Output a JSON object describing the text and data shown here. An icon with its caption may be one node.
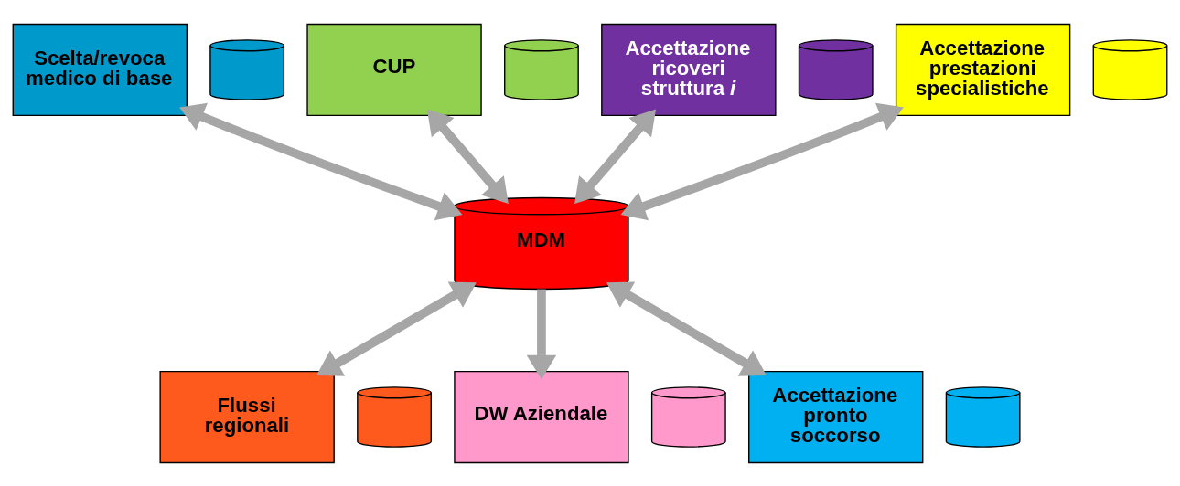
{
  "diagram": {
    "nodes": [
      {
        "text": [
          "Scelta/revoca medico di base"
        ]
      },
      {
        "text": [],
        "shape": "cylinder"
      },
      {
        "text": [
          "MDM"
        ]
      },
      {
        "text": [
          "CUP"
        ]
      },
      {
        "text": [],
        "shape": "cylinder"
      },
      {
        "text": [
          "Flussi regionali"
        ]
      },
      {
        "text": [],
        "shape": "cylinder"
      },
      {
        "text": [
          "Accettazione ricoveri struttura *i*"
        ]
      },
      {
        "text": [],
        "shape": "cylinder"
      },
      {
        "text": [
          "DW Aziendale"
        ]
      },
      {
        "text": [],
        "shape": "cylinder"
      },
      {
        "text": [
          "Accettazione prestazioni specialistiche"
        ]
      },
      {
        "text": [],
        "shape": "cylinder"
      },
      {
        "text": [
          "Accettazione pronto soccorso"
        ]
      },
      {
        "text": [],
        "shape": "cylinder"
      }
    ],
    "edges": [
      {
        "from": 0,
        "to": 2,
        "arrow": "both"
      },
      {
        "from": 3,
        "to": 2,
        "arrow": "both"
      },
      {
        "from": 2,
        "to": 5,
        "arrow": "both"
      },
      {
        "from": 7,
        "to": 2,
        "arrow": "both"
      },
      {
        "from": 11,
        "to": 2,
        "arrow": "both"
      },
      {
        "from": 2,
        "to": 13,
        "arrow": "both"
      },
      {
        "from": 2,
        "to": 9,
        "arrow": "to"
      }
    ]
  }
}
